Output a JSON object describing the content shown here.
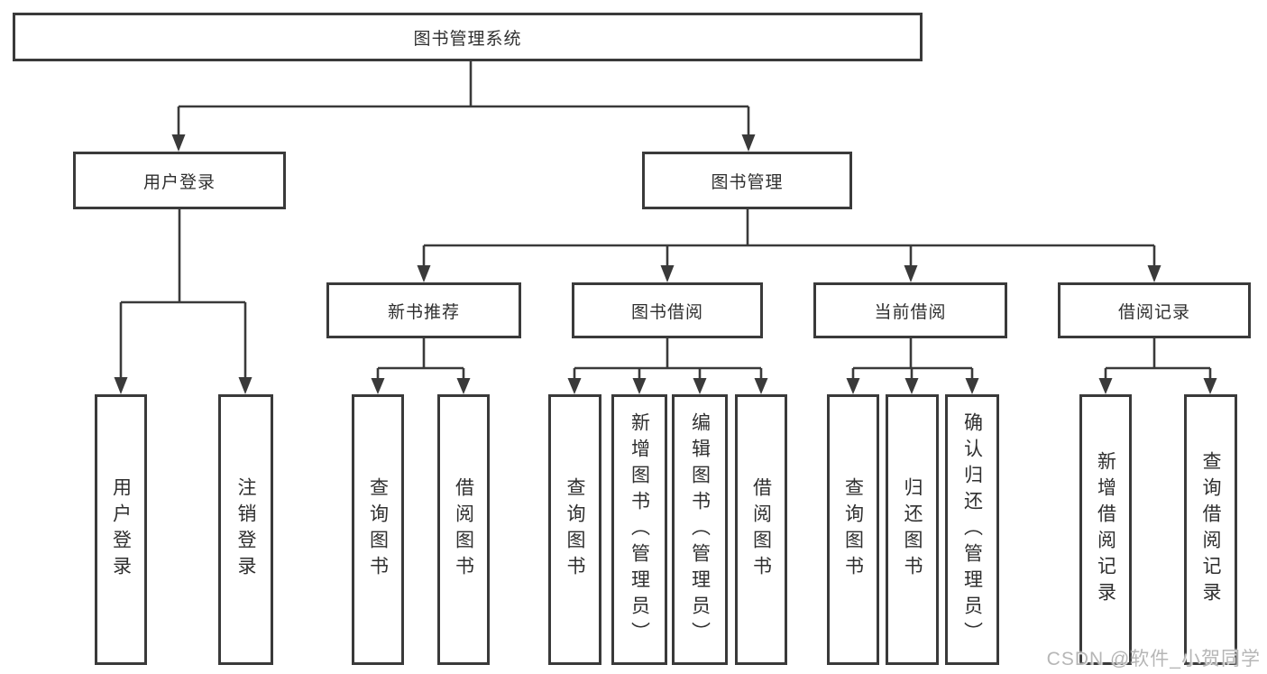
{
  "tree": {
    "root": {
      "label": "图书管理系统",
      "children": [
        {
          "label": "用户登录",
          "children": [
            {
              "label": "用户登录"
            },
            {
              "label": "注销登录"
            }
          ]
        },
        {
          "label": "图书管理",
          "children": [
            {
              "label": "新书推荐",
              "children": [
                {
                  "label": "查询图书"
                },
                {
                  "label": "借阅图书"
                }
              ]
            },
            {
              "label": "图书借阅",
              "children": [
                {
                  "label": "查询图书"
                },
                {
                  "label": "新增图书（管理员）"
                },
                {
                  "label": "编辑图书（管理员）"
                },
                {
                  "label": "借阅图书"
                }
              ]
            },
            {
              "label": "当前借阅",
              "children": [
                {
                  "label": "查询图书"
                },
                {
                  "label": "归还图书"
                },
                {
                  "label": "确认归还（管理员）"
                }
              ]
            },
            {
              "label": "借阅记录",
              "children": [
                {
                  "label": "新增借阅记录"
                },
                {
                  "label": "查询借阅记录"
                }
              ]
            }
          ]
        }
      ]
    }
  },
  "watermark": {
    "text": "CSDN @软件_小贺同学"
  },
  "colors": {
    "line": "#3a3a3a",
    "box_background": "#ffffff",
    "text": "#2f2f2f",
    "watermark": "#b6b6b6"
  }
}
